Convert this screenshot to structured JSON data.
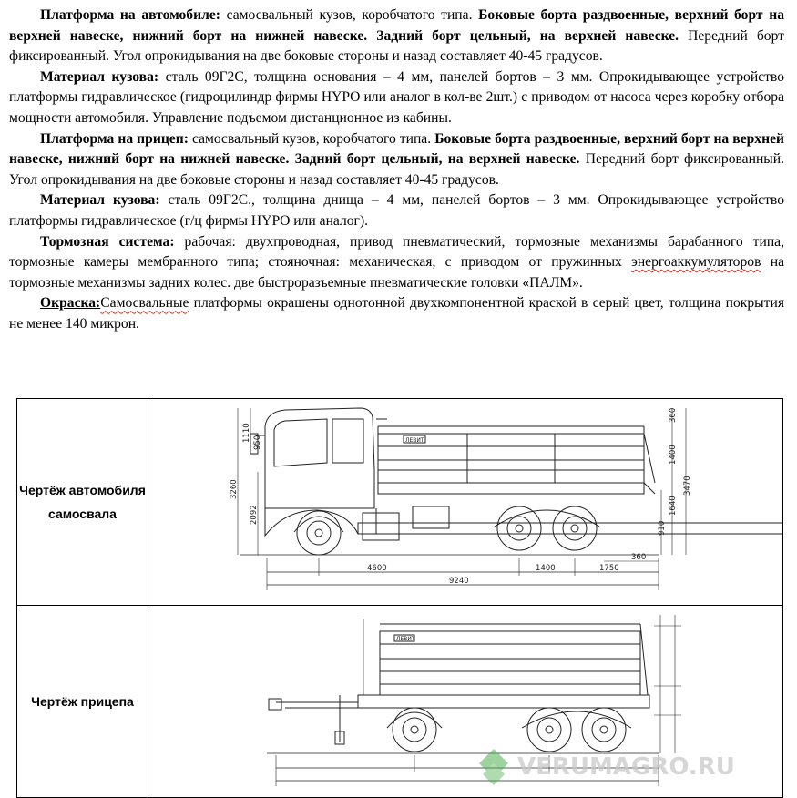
{
  "paragraphs": {
    "p1": {
      "t1": "Платформа на автомобиле:",
      "t2": " самосвальный кузов, коробчатого типа. ",
      "t3": "Боковые борта раздвоенные, верхний борт на верхней навеске, нижний борт на нижней навеске. Задний борт цельный, на верхней навеске.",
      "t4": " Передний борт фиксированный. Угол опрокидывания на две боковые стороны и назад составляет 40-45 градусов."
    },
    "p2": {
      "t1": "Материал кузова:",
      "t2": " сталь 09Г2С, толщина основания – 4 мм, панелей бортов – 3 мм. Опрокидывающее устройство платформы гидравлическое (гидроцилиндр фирмы HYPO или аналог в кол-ве 2шт.)  с приводом от насоса через коробку отбора мощности автомобиля.  Управление подъемом дистанционное из кабины."
    },
    "p3": {
      "t1": "Платформа на прицеп:",
      "t2": " самосвальный кузов, коробчатого типа. ",
      "t3": "Боковые борта раздвоенные, верхний борт на верхней навеске, нижний борт на нижней навеске. Задний борт цельный, на верхней навеске.",
      "t4": " Передний борт фиксированный. Угол опрокидывания на две боковые стороны и назад составляет 40-45 градусов."
    },
    "p4": {
      "t1": "Материал кузова:",
      "t2": " сталь 09Г2С., толщина днища – 4 мм, панелей бортов – 3 мм. Опрокидывающее устройство платформы гидравлическое (г/ц фирмы HYPO или аналог)."
    },
    "p5": {
      "t1": "Тормозная система:",
      "t2": " рабочая: двухпроводная, привод пневматический, тормозные механизмы барабанного типа, тормозные камеры мембранного типа; стояночная: механическая, с приводом от пружинных ",
      "t3": "энергоаккумуляторов",
      "t4": " на тормозные механизмы задних колес. две быстроразъемные пневматические головки «ПАЛМ»."
    },
    "p6": {
      "t1": "Окраска:",
      "t2": "Самосвальные",
      "t3": " платформы окрашены однотонной двухкомпонентной краской в серый цвет, толщина покрытия не менее 140 микрон."
    }
  },
  "table": {
    "row1_label": "Чертёж автомобиля самосвала",
    "row2_label": "Чертёж прицепа"
  },
  "truck_dims": {
    "d1": "4600",
    "d2": "1400",
    "d3": "1750",
    "d4": "9240",
    "d5": "360",
    "h1": "1110",
    "h2": "950",
    "h3": "3260",
    "h4": "2092",
    "h5": "360",
    "h6": "1400",
    "h7": "1640",
    "h8": "3470",
    "h9": "910",
    "logo": "ЛЕВИТ"
  },
  "trailer_dims": {
    "logo": "ЛЕВИТ"
  },
  "watermark": {
    "text": "VERUMAGRO.RU"
  },
  "colors": {
    "text": "#000000",
    "spell_underline": "#d0342c",
    "watermark_green": "#4caf50",
    "watermark_gray": "#c8c8c8"
  }
}
